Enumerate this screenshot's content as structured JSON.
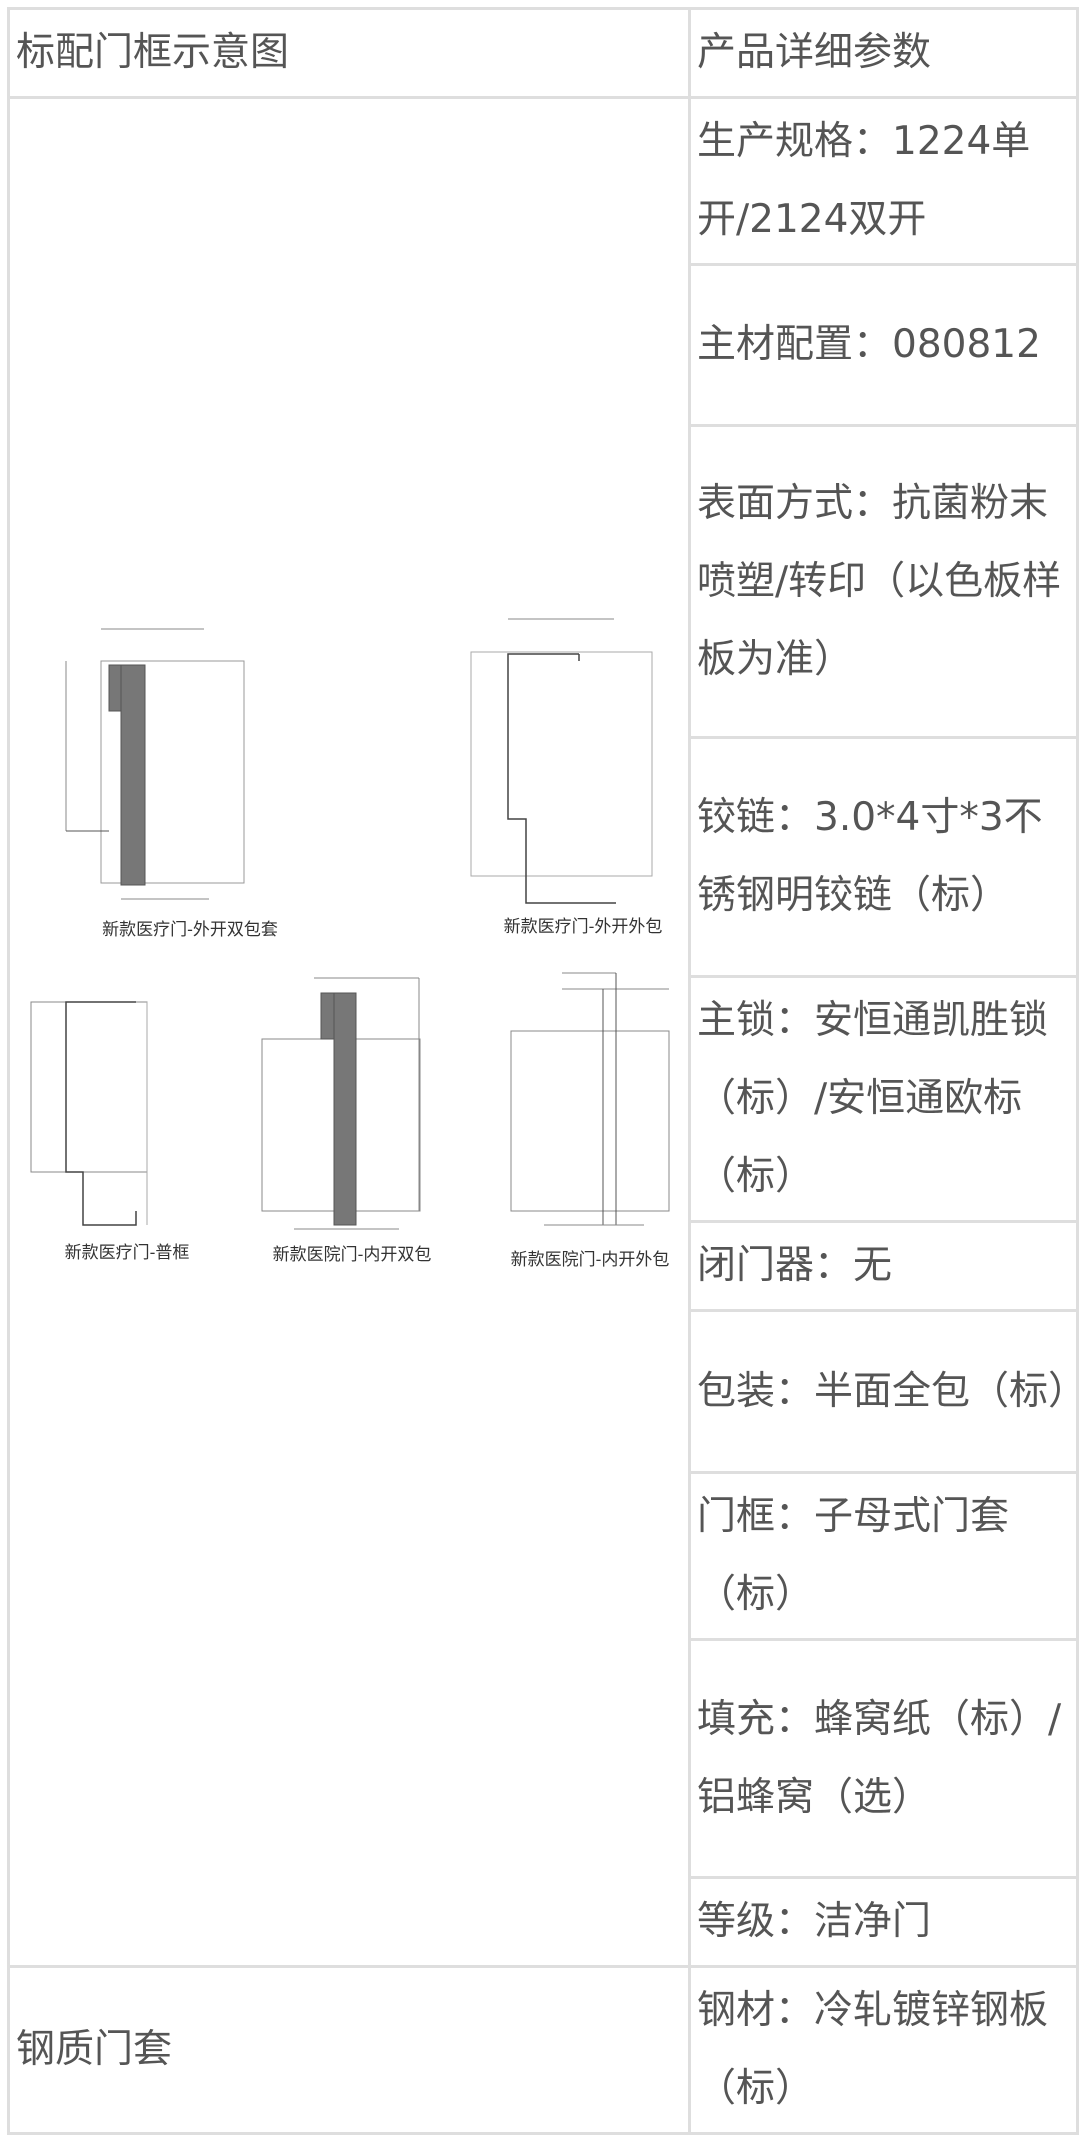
{
  "header": {
    "left": "标配门框示意图",
    "right": "产品详细参数"
  },
  "diagram_captions": [
    "新款医疗门-外开双包套",
    "新款医疗门-外开外包",
    "新款医疗门-普框",
    "新款医院门-内开双包",
    "新款医院门-内开外包"
  ],
  "params": [
    "生产规格：1224单开/2124双开",
    "主材配置：080812",
    "表面方式：抗菌粉末喷塑/转印（以色板样板为准）",
    "铰链：3.0*4寸*3不锈钢明铰链（标）",
    "主锁：安恒通凯胜锁（标）/安恒通欧标（标）",
    "闭门器：无",
    "包装：半面全包（标）",
    "门框：子母式门套（标）",
    "填充：蜂窝纸（标）/铝蜂窝（选）",
    "等级：洁净门"
  ],
  "last_row": {
    "left": "钢质门套",
    "right": "钢材：冷轧镀锌钢板（标）"
  }
}
